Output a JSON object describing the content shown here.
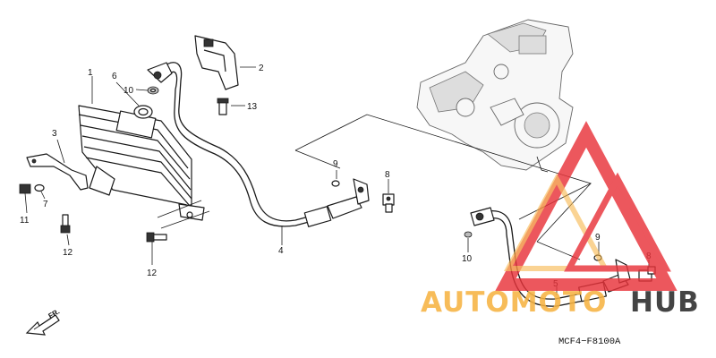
{
  "diagram": {
    "code": "MCF4−F8100A",
    "direction": "FR.",
    "callouts": [
      "1",
      "2",
      "3",
      "4",
      "5",
      "6",
      "7",
      "8",
      "8",
      "9",
      "9",
      "10",
      "10",
      "11",
      "12",
      "12",
      "13"
    ]
  },
  "watermark": {
    "brand_part1": "AUTOMOTO",
    "brand_part2": "HUB",
    "color_primary": "#e8333a",
    "color_secondary": "#f6b343",
    "color_dark": "#2b2b2b"
  }
}
